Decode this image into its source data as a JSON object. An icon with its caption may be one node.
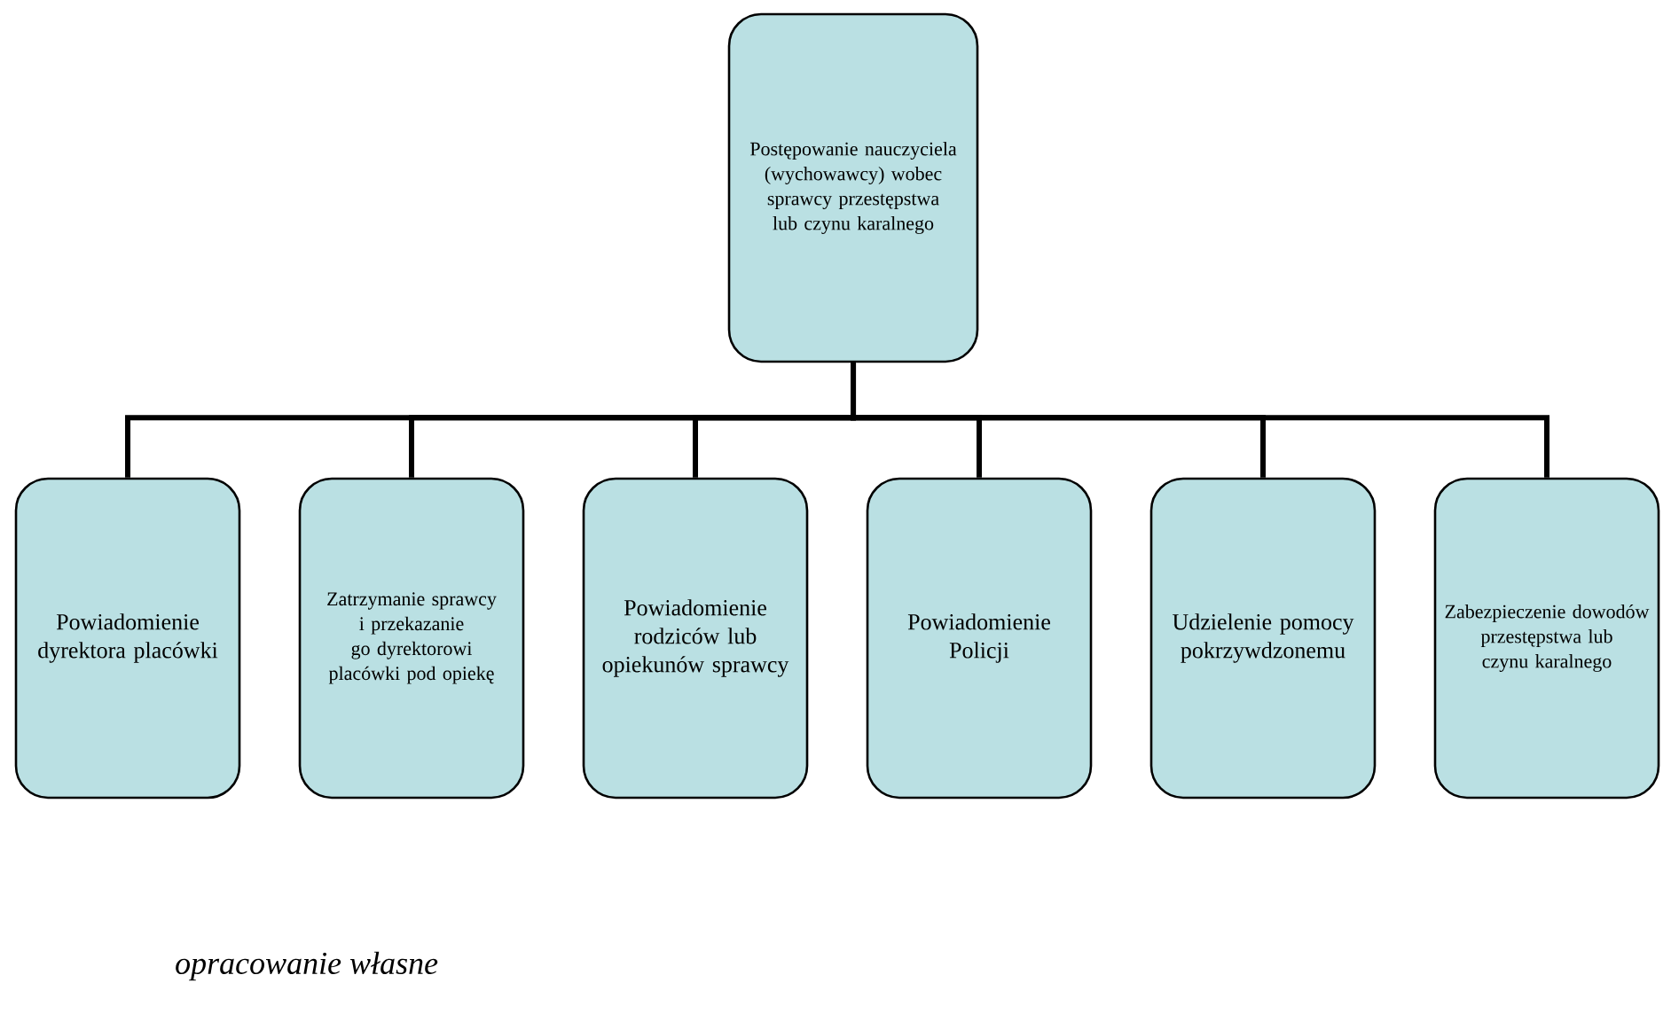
{
  "diagram": {
    "caption": "opracowanie własne",
    "nodes": [
      {
        "text": [
          "Postępowanie nauczyciela (wychowawcy) wobec sprawcy przestępstwa lub czynu karalnego"
        ]
      },
      {
        "text": [
          "Powiadomienie dyrektora placówki"
        ]
      },
      {
        "text": [
          "Zatrzymanie sprawcy i przekazanie go dyrektorowi placówki pod opiekę"
        ]
      },
      {
        "text": [
          "Powiadomienie rodziców lub opiekunów sprawcy"
        ]
      },
      {
        "text": [
          "Powiadomienie Policji"
        ]
      },
      {
        "text": [
          "Udzielenie pomocy pokrzywdzonemu"
        ]
      },
      {
        "text": [
          "Zabezpieczenie dowodów przestępstwa lub czynu karalnego"
        ]
      }
    ],
    "edges": [
      {
        "from": 0,
        "to": 1,
        "arrow": "none"
      },
      {
        "from": 0,
        "to": 2,
        "arrow": "none"
      },
      {
        "from": 0,
        "to": 3,
        "arrow": "none"
      },
      {
        "from": 0,
        "to": 4,
        "arrow": "none"
      },
      {
        "from": 0,
        "to": 5,
        "arrow": "none"
      },
      {
        "from": 0,
        "to": 6,
        "arrow": "none"
      }
    ]
  }
}
